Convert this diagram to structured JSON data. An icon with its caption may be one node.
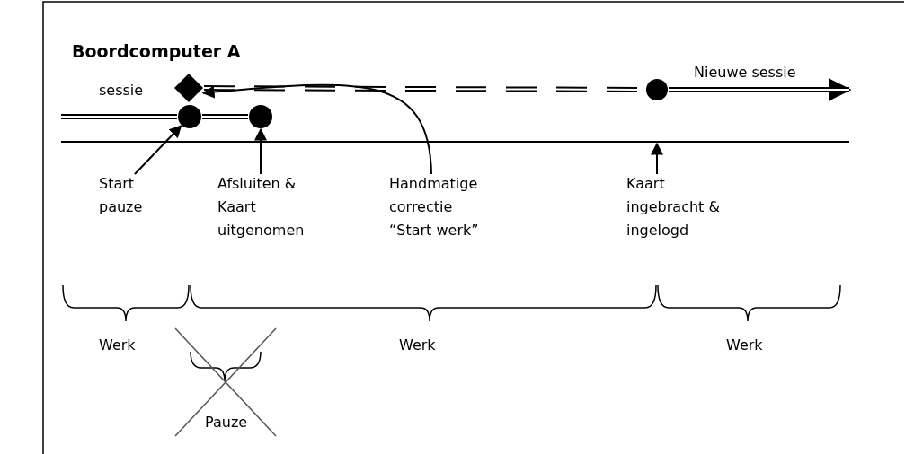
{
  "diagram": {
    "title": "Boordcomputer A",
    "nodes": [
      {
        "text": [
          "Start pauze"
        ]
      },
      {
        "text": [
          "Afsluiten & Kaart uitgenomen"
        ]
      },
      {
        "text": [
          "Handmatige correctie “Start werk”"
        ]
      },
      {
        "text": [
          "Kaart ingebracht & ingelogd"
        ]
      },
      {
        "text": [],
        "shape": "diamond"
      },
      {
        "text": [],
        "shape": "circle"
      },
      {
        "text": [],
        "shape": "circle"
      },
      {
        "text": [],
        "shape": "circle"
      }
    ],
    "edges": [
      {
        "from": null,
        "to": 5,
        "arrow": "none",
        "style": "thick"
      },
      {
        "from": 5,
        "to": 6,
        "arrow": "none",
        "style": "thick"
      },
      {
        "from": 4,
        "to": 7,
        "arrow": "none",
        "style": "dashed"
      },
      {
        "from": 7,
        "to": null,
        "arrow": "to",
        "label": "Nieuwe sessie",
        "style": "thick"
      },
      {
        "from": 0,
        "to": 5,
        "arrow": "to"
      },
      {
        "from": 1,
        "to": 6,
        "arrow": "to"
      },
      {
        "from": 2,
        "to": 4,
        "arrow": "to"
      },
      {
        "from": 3,
        "to": null,
        "arrow": "to"
      }
    ],
    "labels": [
      "sessie",
      "Werk",
      "Werk",
      "Werk",
      "Pauze"
    ]
  }
}
